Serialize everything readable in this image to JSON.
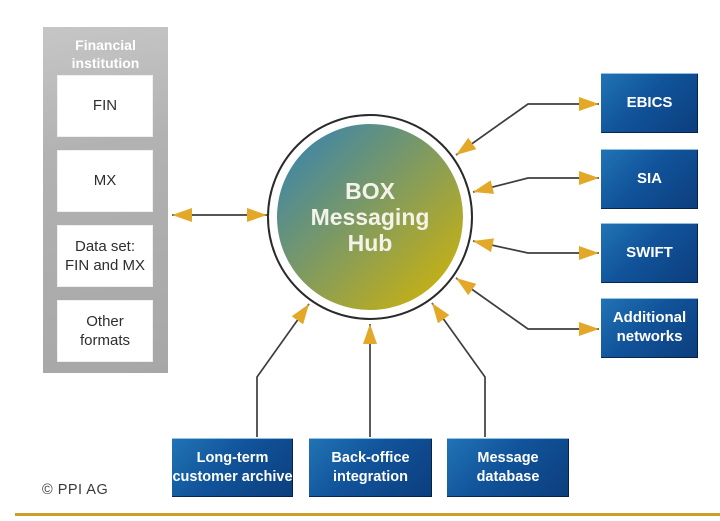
{
  "diagram": {
    "hub": {
      "lines": [
        "BOX",
        "Messaging",
        "Hub"
      ]
    },
    "financial_institution": {
      "title": "Financial institution",
      "items": [
        {
          "lines": [
            "FIN",
            ""
          ]
        },
        {
          "lines": [
            "MX",
            ""
          ]
        },
        {
          "lines": [
            "Data set:",
            "FIN and MX"
          ]
        },
        {
          "lines": [
            "Other",
            "formats"
          ]
        }
      ]
    },
    "networks": [
      {
        "lines": [
          "EBICS",
          ""
        ]
      },
      {
        "lines": [
          "SIA",
          ""
        ]
      },
      {
        "lines": [
          "SWIFT",
          ""
        ]
      },
      {
        "lines": [
          "Additional",
          "networks"
        ]
      }
    ],
    "backend_systems": [
      {
        "lines": [
          "Long-term",
          "customer archive"
        ]
      },
      {
        "lines": [
          "Back-office",
          "integration"
        ]
      },
      {
        "lines": [
          "Message",
          "database"
        ]
      }
    ],
    "copyright": "© PPI AG",
    "colors": {
      "hub_blue": "#2f81b8",
      "hub_gold": "#d8b600",
      "node_blue_light": "#2174b5",
      "node_blue_dark": "#0c3e7d",
      "arrow_gold": "#e3a827",
      "line_dark": "#3e3e3e",
      "panel_gray": "#b2b2b2",
      "rule_gold": "#c8a02b"
    }
  }
}
